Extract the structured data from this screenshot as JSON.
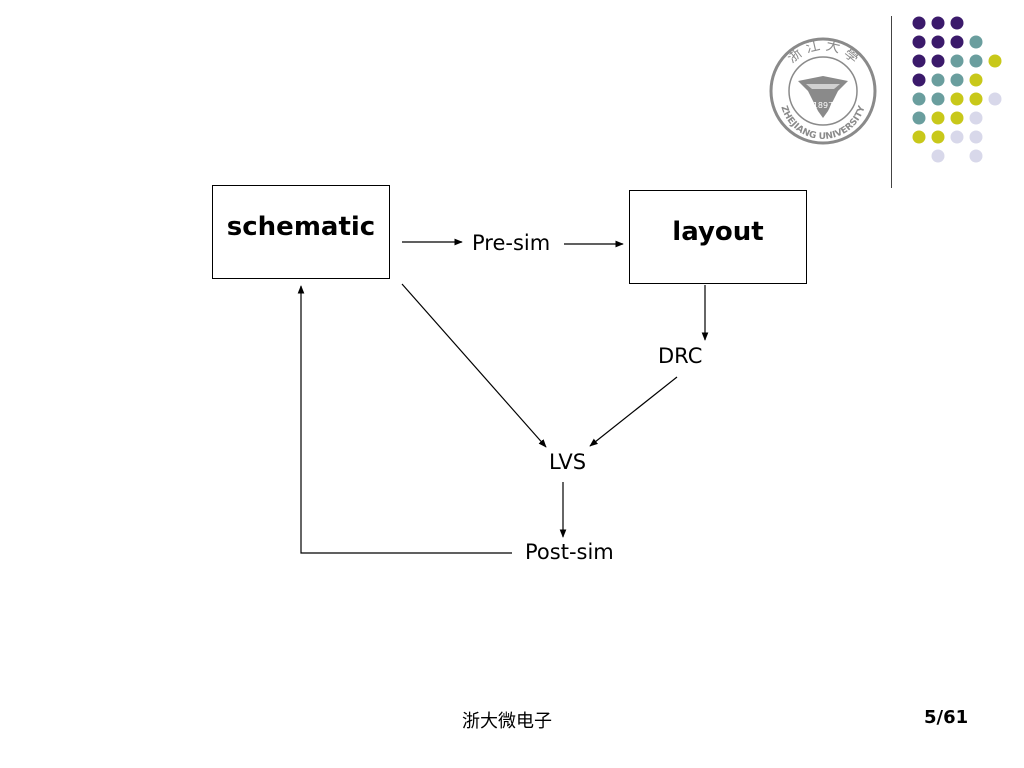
{
  "diagram": {
    "nodes": {
      "schematic": "schematic",
      "layout": "layout",
      "pre_sim": "Pre-sim",
      "drc": "DRC",
      "lvs": "LVS",
      "post_sim": "Post-sim"
    },
    "edges": [
      [
        "schematic",
        "pre_sim"
      ],
      [
        "pre_sim",
        "layout"
      ],
      [
        "layout",
        "drc"
      ],
      [
        "drc",
        "lvs"
      ],
      [
        "schematic",
        "lvs"
      ],
      [
        "lvs",
        "post_sim"
      ],
      [
        "post_sim",
        "schematic"
      ]
    ]
  },
  "footer": {
    "title": "浙大微电子",
    "page": "5/61"
  },
  "logo": {
    "icon": "zhejiang-university-seal-icon",
    "top_text": "浙 江 大 學",
    "year": "1897",
    "bottom_text": "ZHEJIANG UNIVERSITY"
  },
  "colors": {
    "purple": "#3b1a6b",
    "teal": "#6a9e9e",
    "yellow": "#c8c81a",
    "lavender": "#d8d8ea",
    "seal_gray": "#8a8a8a"
  }
}
